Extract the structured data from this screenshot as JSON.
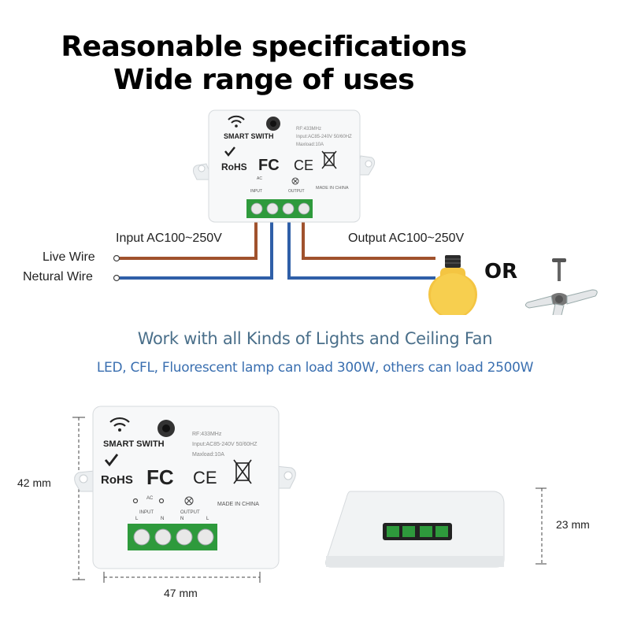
{
  "headline": {
    "line1": "Reasonable specifications",
    "line2": "Wide range of uses"
  },
  "wiring": {
    "live_wire": "Live Wire",
    "neutral_wire": "Netural Wire",
    "input_label": "Input AC100~250V",
    "output_label": "Output AC100~250V",
    "or_label": "OR",
    "wire_colors": {
      "live": "#a0522d",
      "neutral": "#2f5fa8"
    }
  },
  "module": {
    "brand": "SMART SWITH",
    "rohs": "RoHS",
    "fc": "FC",
    "ce": "CE",
    "rf_line": "RF:433MHz",
    "input_line": "Input:AC85-240V 50/60HZ",
    "max_load_line": "Maxload:10A",
    "made_in": "MADE IN CHINA",
    "ac": "AC",
    "input_small": "INPUT",
    "output_small": "OUTPUT",
    "terminal_letters": [
      "L",
      "N",
      "N",
      "L"
    ],
    "terminal_color": "#2e9a3c"
  },
  "captions": {
    "tagline": "Work with all Kinds of Lights and Ceiling Fan",
    "load_info": "LED, CFL, Fluorescent lamp can load 300W, others can load 2500W"
  },
  "dimensions": {
    "height": "42 mm",
    "width": "47 mm",
    "depth": "23 mm"
  },
  "icons": [
    "wifi-icon",
    "check-icon",
    "weee-bin-icon",
    "bulb-icon",
    "ceiling-fan-icon",
    "lamp-symbol-icon"
  ]
}
